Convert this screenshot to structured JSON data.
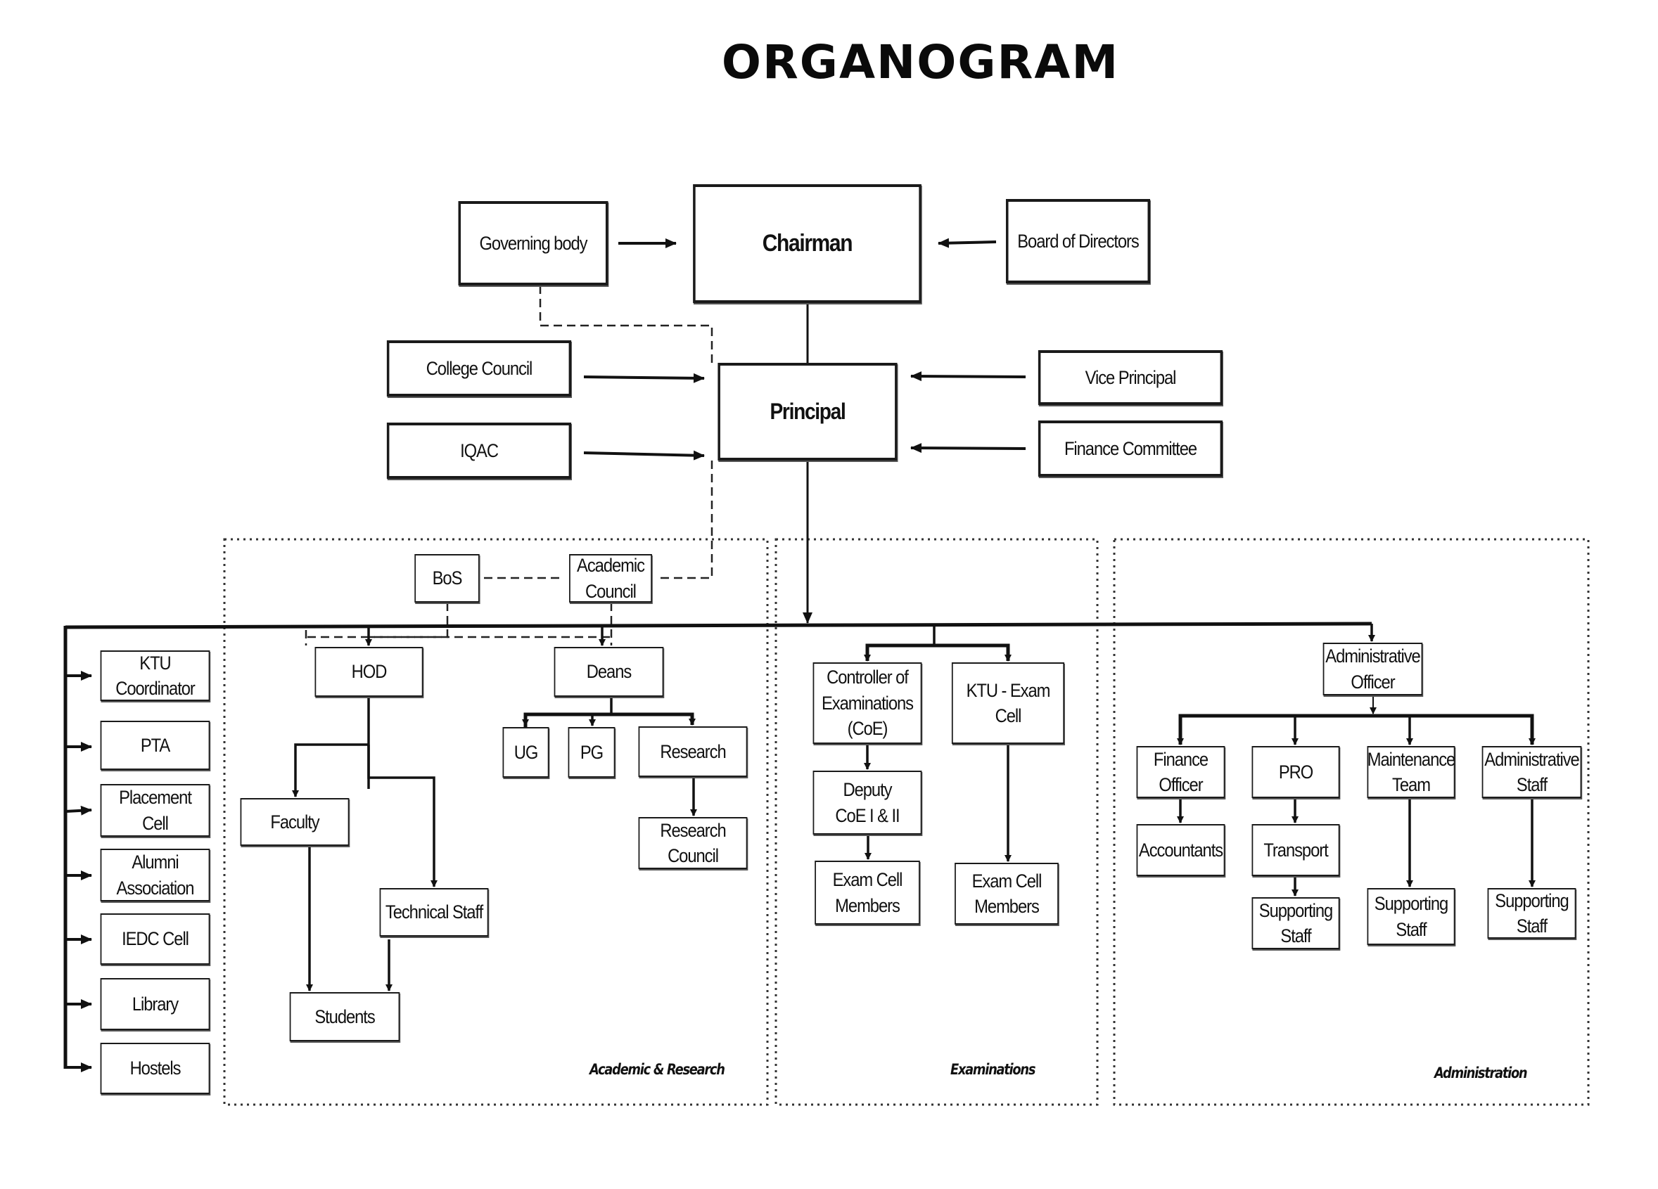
{
  "title": "ORGANOGRAM",
  "top": {
    "chairman": "Chairman",
    "governing_body": "Governing body",
    "board_of_directors": "Board of Directors",
    "principal": "Principal",
    "college_council": "College Council",
    "iqac": "IQAC",
    "vice_principal": "Vice Principal",
    "finance_committee": "Finance Committee"
  },
  "left_units": [
    "KTU\nCoordinator",
    "PTA",
    "Placement\nCell",
    "Alumni\nAssociation",
    "IEDC Cell",
    "Library",
    "Hostels"
  ],
  "academic": {
    "section_label": "Academic & Research",
    "bos": "BoS",
    "academic_council": "Academic\nCouncil",
    "hod": "HOD",
    "deans": "Deans",
    "ug": "UG",
    "pg": "PG",
    "research": "Research",
    "research_council": "Research\nCouncil",
    "faculty": "Faculty",
    "technical_staff": "Technical Staff",
    "students": "Students"
  },
  "examinations": {
    "section_label": "Examinations",
    "coe": "Controller of\nExaminations\n(CoE)",
    "ktu_exam_cell": "KTU - Exam Cell",
    "deputy_coe": "Deputy\nCoE I & II",
    "exam_cell_members_left": "Exam Cell\nMembers",
    "exam_cell_members_right": "Exam Cell\nMembers"
  },
  "administration": {
    "section_label": "Administration",
    "administrative_officer": "Administrative\nOfficer",
    "finance_officer": "Finance\nOfficer",
    "pro": "PRO",
    "maintenance_team": "Maintenance\nTeam",
    "administrative_staff": "Administrative\nStaff",
    "accountants": "Accountants",
    "transport": "Transport",
    "supporting_staff_pro": "Supporting\nStaff",
    "supporting_staff_maintenance": "Supporting\nStaff",
    "supporting_staff_admin": "Supporting\nStaff"
  }
}
